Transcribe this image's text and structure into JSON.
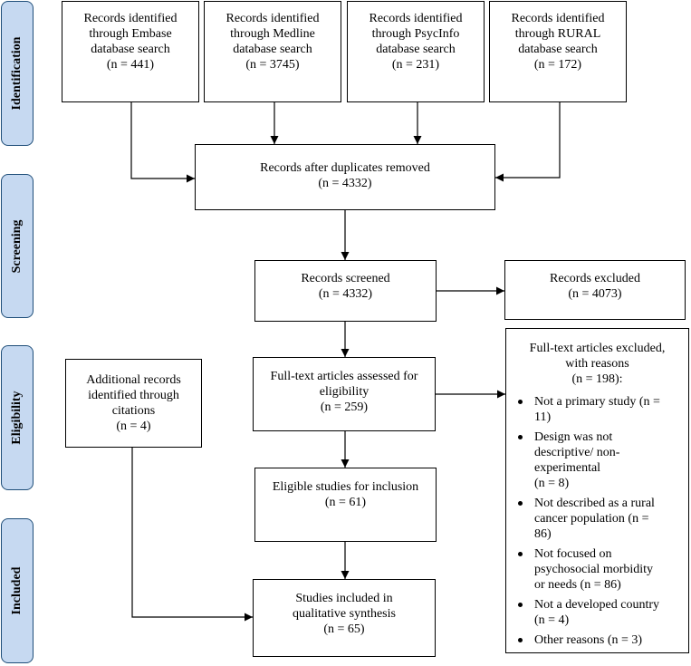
{
  "phases": {
    "identification": "Identification",
    "screening": "Screening",
    "eligibility": "Eligibility",
    "included": "Included"
  },
  "sources": [
    {
      "lines": [
        "Records identified",
        "through Embase",
        "database search",
        "(n = 441)"
      ]
    },
    {
      "lines": [
        "Records identified",
        "through Medline",
        "database search",
        "(n = 3745)"
      ]
    },
    {
      "lines": [
        "Records identified",
        "through PsycInfo",
        "database search",
        "(n = 231)"
      ]
    },
    {
      "lines": [
        "Records identified",
        "through RURAL",
        "database search",
        "(n = 172)"
      ]
    }
  ],
  "duplicates_removed": {
    "lines": [
      "Records after duplicates removed",
      "(n = 4332)"
    ]
  },
  "screened": {
    "lines": [
      "Records screened",
      "(n = 4332)"
    ]
  },
  "excluded": {
    "lines": [
      "Records excluded",
      "(n = 4073)"
    ]
  },
  "additional": {
    "lines": [
      "Additional records",
      "identified through",
      "citations",
      "(n = 4)"
    ]
  },
  "fulltext_assessed": {
    "lines": [
      "Full-text articles assessed for",
      "eligibility",
      "(n = 259)"
    ]
  },
  "eligible": {
    "lines": [
      "Eligible studies for inclusion",
      "(n = 61)"
    ]
  },
  "included_studies": {
    "lines": [
      "Studies included in",
      "qualitative synthesis",
      "(n = 65)"
    ]
  },
  "fulltext_excluded": {
    "title_lines": [
      "Full-text articles excluded,",
      "with reasons",
      "(n = 198):"
    ],
    "reasons": [
      {
        "lines": [
          "Not a primary study (n =",
          "11)"
        ]
      },
      {
        "lines": [
          "Design was not",
          "descriptive/ non-",
          "experimental",
          "(n = 8)"
        ]
      },
      {
        "lines": [
          "Not described as a rural",
          "cancer population (n =",
          "86)"
        ]
      },
      {
        "lines": [
          "Not focused on",
          "psychosocial morbidity",
          "or needs (n = 86)"
        ]
      },
      {
        "lines": [
          "Not a developed country",
          "(n = 4)"
        ]
      },
      {
        "lines": [
          "Other reasons (n = 3)"
        ]
      }
    ]
  }
}
